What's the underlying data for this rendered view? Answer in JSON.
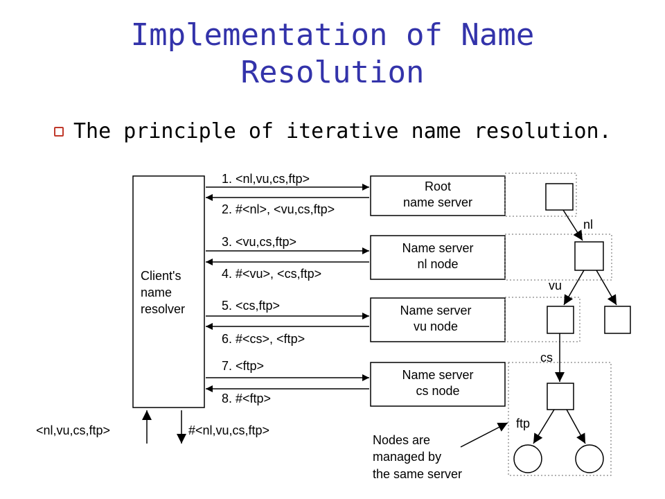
{
  "title": {
    "line1": "Implementation of Name",
    "line2": "Resolution"
  },
  "bullet": "The principle of iterative name resolution.",
  "client": {
    "line1": "Client's",
    "line2": "name",
    "line3": "resolver"
  },
  "servers": [
    {
      "line1": "Root",
      "line2": "name server"
    },
    {
      "line1": "Name server",
      "line2": "nl node"
    },
    {
      "line1": "Name server",
      "line2": "vu node"
    },
    {
      "line1": "Name server",
      "line2": "cs node"
    }
  ],
  "messages": [
    "1. <nl,vu,cs,ftp>",
    "2. #<nl>, <vu,cs,ftp>",
    "3. <vu,cs,ftp>",
    "4. #<vu>, <cs,ftp>",
    "5. <cs,ftp>",
    "6. #<cs>, <ftp>",
    "7. <ftp>",
    "8. #<ftp>"
  ],
  "input_label": "<nl,vu,cs,ftp>",
  "output_label": "#<nl,vu,cs,ftp>",
  "edge_labels": {
    "nl": "nl",
    "vu": "vu",
    "cs": "cs",
    "ftp": "ftp"
  },
  "note": {
    "line1": "Nodes are",
    "line2": "managed by",
    "line3": "the same server"
  },
  "colors": {
    "title": "#3333aa",
    "bullet": "#c0392b",
    "lines": "#000000"
  }
}
